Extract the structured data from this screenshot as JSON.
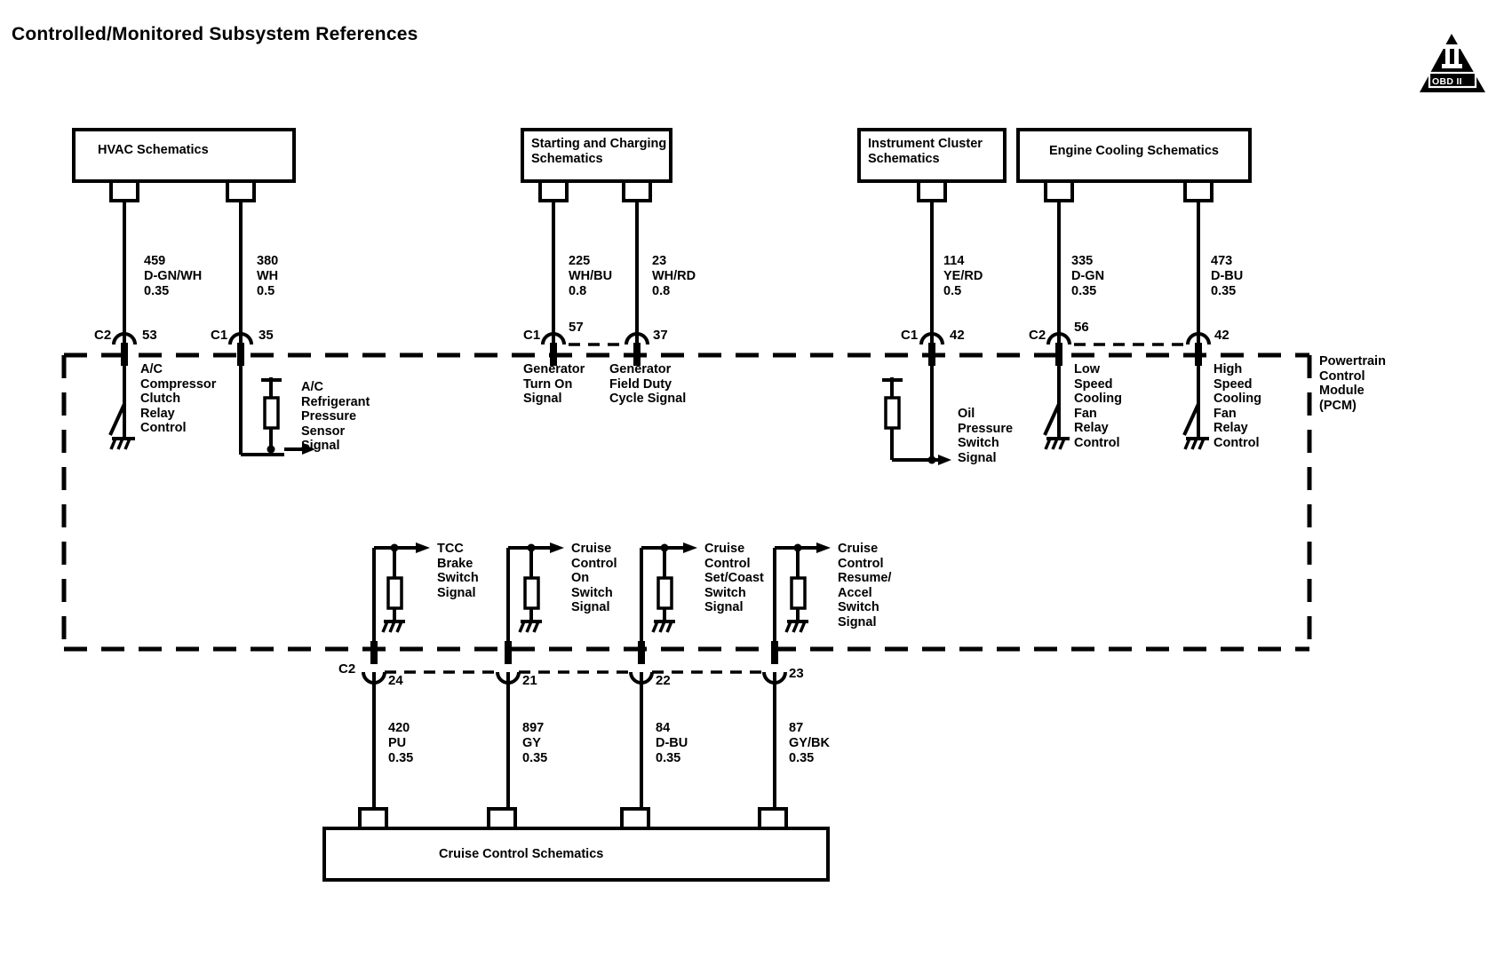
{
  "page": {
    "title": "Controlled/Monitored Subsystem References",
    "badge": {
      "name": "obd-ii-badge",
      "text": "OBD II",
      "roman": "II"
    },
    "pcm_label": "Powertrain\nControl\nModule\n(PCM)",
    "background": "#ffffff",
    "ink": "#000000"
  },
  "reference_boxes": [
    {
      "id": "hvac",
      "label": "HVAC Schematics",
      "align": "center-left"
    },
    {
      "id": "starting",
      "label": "Starting and Charging\nSchematics",
      "align": "left"
    },
    {
      "id": "cluster",
      "label": "Instrument Cluster\nSchematics",
      "align": "left"
    },
    {
      "id": "cooling",
      "label": "Engine Cooling Schematics",
      "align": "center"
    },
    {
      "id": "cruise",
      "label": "Cruise Control Schematics",
      "align": "center"
    }
  ],
  "top_wires": [
    {
      "circuit": "459",
      "color": "D-GN/WH",
      "gauge": "0.35",
      "connector": "C2",
      "pin": "53",
      "signal": "A/C\nCompressor\nClutch\nRelay\nControl",
      "device": "relay-ground"
    },
    {
      "circuit": "380",
      "color": "WH",
      "gauge": "0.5",
      "connector": "C1",
      "pin": "35",
      "signal": "A/C\nRefrigerant\nPressure\nSensor\nSignal",
      "device": "pullup-sensor"
    },
    {
      "circuit": "225",
      "color": "WH/BU",
      "gauge": "0.8",
      "connector": "C1",
      "pin": "57",
      "signal": "Generator\nTurn On\nSignal",
      "device": "plain"
    },
    {
      "circuit": "23",
      "color": "WH/RD",
      "gauge": "0.8",
      "connector": "",
      "pin": "37",
      "signal": "Generator\nField Duty\nCycle Signal",
      "device": "plain"
    },
    {
      "circuit": "114",
      "color": "YE/RD",
      "gauge": "0.5",
      "connector": "C1",
      "pin": "42",
      "signal": "Oil\nPressure\nSwitch\nSignal",
      "device": "pullup-sensor"
    },
    {
      "circuit": "335",
      "color": "D-GN",
      "gauge": "0.35",
      "connector": "C2",
      "pin": "56",
      "signal": "Low\nSpeed\nCooling\nFan\nRelay\nControl",
      "device": "relay-ground"
    },
    {
      "circuit": "473",
      "color": "D-BU",
      "gauge": "0.35",
      "connector": "",
      "pin": "42",
      "signal": "High\nSpeed\nCooling\nFan\nRelay\nControl",
      "device": "relay-ground"
    }
  ],
  "internal_inputs": [
    {
      "signal": "TCC\nBrake\nSwitch\nSignal"
    },
    {
      "signal": "Cruise\nControl\nOn\nSwitch\nSignal"
    },
    {
      "signal": "Cruise\nControl\nSet/Coast\nSwitch\nSignal"
    },
    {
      "signal": "Cruise\nControl\nResume/\nAccel\nSwitch\nSignal"
    }
  ],
  "bottom_wires": [
    {
      "circuit": "420",
      "color": "PU",
      "gauge": "0.35",
      "connector": "C2",
      "pin": "24"
    },
    {
      "circuit": "897",
      "color": "GY",
      "gauge": "0.35",
      "connector": "",
      "pin": "21"
    },
    {
      "circuit": "84",
      "color": "D-BU",
      "gauge": "0.35",
      "connector": "",
      "pin": "22"
    },
    {
      "circuit": "87",
      "color": "GY/BK",
      "gauge": "0.35",
      "connector": "",
      "pin": "23"
    }
  ]
}
